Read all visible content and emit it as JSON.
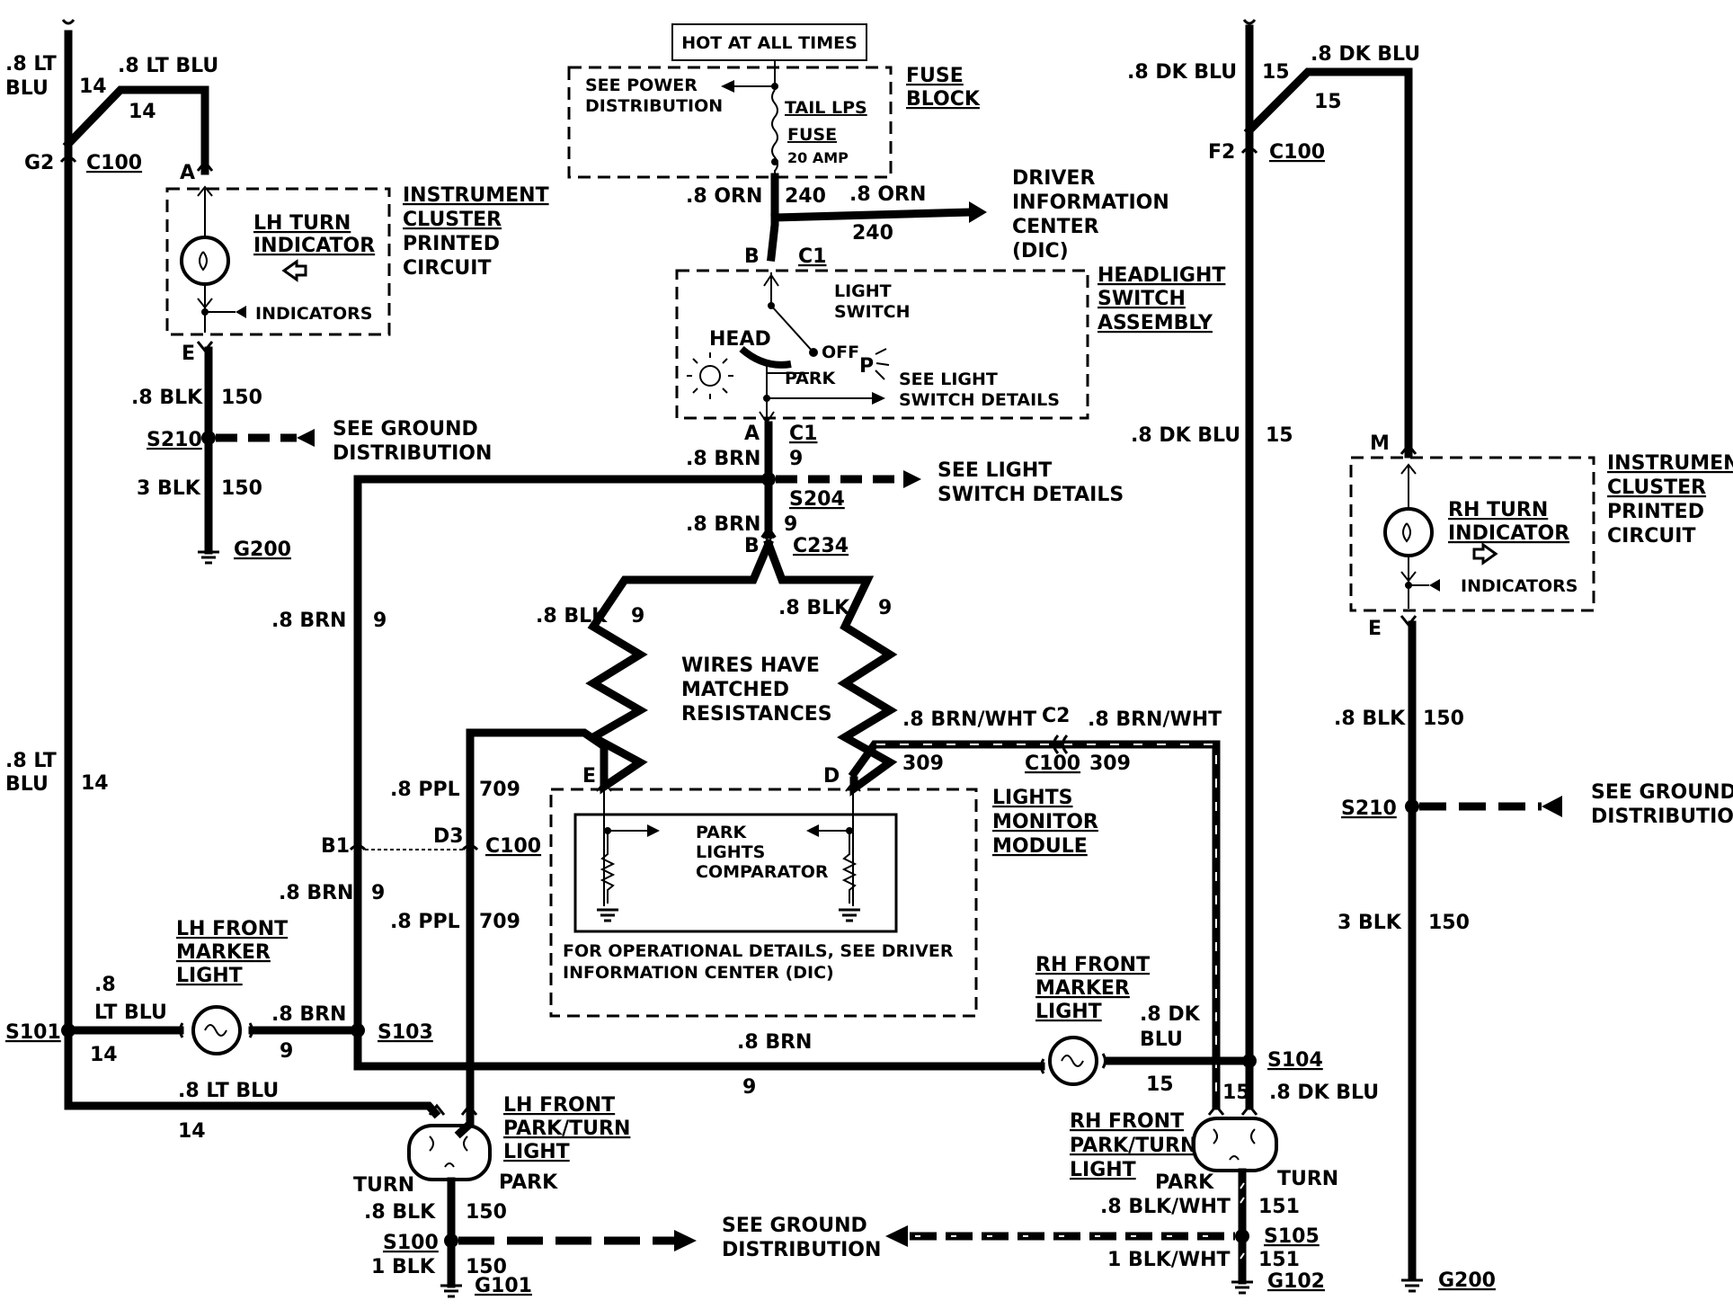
{
  "hot_at_all_times": "HOT AT ALL TIMES",
  "fuse_block": {
    "see_power": "SEE POWER",
    "distribution": "DISTRIBUTION",
    "tail_lps": "TAIL LPS",
    "fuse": "FUSE",
    "amp": "20 AMP",
    "title1": "FUSE",
    "title2": "BLOCK"
  },
  "dic": {
    "l1": "DRIVER",
    "l2": "INFORMATION",
    "l3": "CENTER",
    "l4": "(DIC)"
  },
  "headlight_switch": {
    "t1": "HEADLIGHT",
    "t2": "SWITCH",
    "t3": "ASSEMBLY",
    "light": "LIGHT",
    "switch": "SWITCH",
    "head": "HEAD",
    "off": "OFF",
    "p": "P",
    "park": "PARK",
    "see_light": "SEE  LIGHT",
    "switch_details": "SWITCH DETAILS"
  },
  "see_light_switch": {
    "l1": "SEE LIGHT",
    "l2": "SWITCH DETAILS"
  },
  "wires": {
    "orn": ".8 ORN",
    "orn_no": "240",
    "orn2": ".8 ORN",
    "orn2_no": "240",
    "brn": ".8 BRN",
    "brn_no": "9",
    "blk": ".8 BLK",
    "blk_no": "9",
    "brnwht": ".8 BRN/WHT",
    "brnwht_no": "309",
    "ppl": ".8 PPL",
    "ppl_no": "709",
    "ltblu": ".8 LT BLU",
    "ltblu_no": "14",
    "ltblu_a": ".8 LT",
    "ltblu_b": "BLU",
    "dkblu": ".8 DK BLU",
    "dkblu_no": "15",
    "dk_a": ".8 DK",
    "dk_b": "BLU",
    "blk150": ".8 BLK",
    "no150": "150",
    "blk3": "3 BLK",
    "blk1": "1 BLK",
    "blkwht": ".8 BLK/WHT",
    "blkwht1": "1 BLK/WHT",
    "no151": "151",
    "p8": ".8",
    "lt_blu": "LT BLU"
  },
  "matched": {
    "l1": "WIRES HAVE",
    "l2": "MATCHED",
    "l3": "RESISTANCES"
  },
  "lmm": {
    "t1": "LIGHTS",
    "t2": "MONITOR",
    "t3": "MODULE",
    "c1": "PARK",
    "c2": "LIGHTS",
    "c3": "COMPARATOR",
    "op1": "FOR OPERATIONAL DETAILS, SEE DRIVER",
    "op2": "INFORMATION CENTER (DIC)"
  },
  "lh_cluster": {
    "t1": "INSTRUMENT",
    "t2": "CLUSTER",
    "t3": "PRINTED",
    "t4": "CIRCUIT",
    "turn": "LH TURN",
    "ind": "INDICATOR",
    "indicators": "INDICATORS"
  },
  "rh_cluster": {
    "t1": "INSTRUMENT",
    "t2": "CLUSTER",
    "t3": "PRINTED",
    "t4": "CIRCUIT",
    "turn": "RH TURN",
    "ind": "INDICATOR",
    "indicators": "INDICATORS"
  },
  "ground": {
    "see": "SEE GROUND",
    "dist": "DISTRIBUTION"
  },
  "lh_marker": {
    "l1": "LH FRONT",
    "l2": "MARKER",
    "l3": "LIGHT"
  },
  "rh_marker": {
    "l1": "RH FRONT",
    "l2": "MARKER",
    "l3": "LIGHT"
  },
  "lh_park": {
    "l1": "LH FRONT",
    "l2": "PARK/TURN",
    "l3": "LIGHT",
    "turn": "TURN",
    "park": "PARK"
  },
  "rh_park": {
    "l1": "RH FRONT",
    "l2": "PARK/TURN",
    "l3": "LIGHT",
    "turn": "TURN",
    "park": "PARK"
  },
  "conn": {
    "c100": "C100",
    "c1": "C1",
    "c2": "C2",
    "c234": "C234",
    "g2": "G2",
    "f2": "F2",
    "d3": "D3",
    "b1": "B1",
    "a": "A",
    "b": "B",
    "e": "E",
    "d": "D",
    "m": "M"
  },
  "splice": {
    "s210": "S210",
    "s204": "S204",
    "s101": "S101",
    "s103": "S103",
    "s104": "S104",
    "s100": "S100",
    "s105": "S105"
  },
  "grounds": {
    "g200": "G200",
    "g101": "G101",
    "g102": "G102"
  }
}
